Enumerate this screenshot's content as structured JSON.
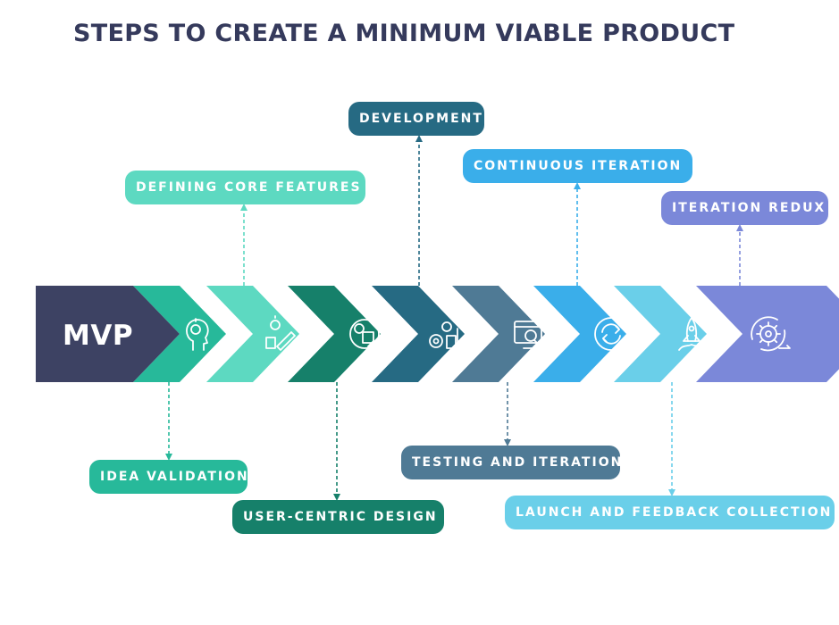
{
  "title": "STEPS TO CREATE A MINIMUM VIABLE PRODUCT",
  "start_label": "MVP",
  "colors": {
    "mvp": "#3d4263",
    "title": "#353a5c"
  },
  "steps": [
    {
      "label": "IDEA VALIDATION",
      "color": "#27b99a",
      "icon": "lightbulb-head-icon",
      "side": "below"
    },
    {
      "label": "DEFINING CORE FEATURES",
      "color": "#5dd9c1",
      "icon": "lightbulb-pencil-icon",
      "side": "above"
    },
    {
      "label": "USER-CENTRIC DESIGN",
      "color": "#16806a",
      "icon": "design-gears-icon",
      "side": "below"
    },
    {
      "label": "DEVELOPMENT",
      "color": "#266a83",
      "icon": "development-gears-icon",
      "side": "above"
    },
    {
      "label": "TESTING AND ITERATION",
      "color": "#4f7a95",
      "icon": "testing-monitor-icon",
      "side": "below"
    },
    {
      "label": "CONTINUOUS ITERATION",
      "color": "#3aaeea",
      "icon": "refresh-cycle-icon",
      "side": "above"
    },
    {
      "label": "LAUNCH AND FEEDBACK COLLECTION",
      "color": "#6acfe9",
      "icon": "rocket-icon",
      "side": "below"
    },
    {
      "label": "ITERATION REDUX",
      "color": "#7b88d9",
      "icon": "gear-cycle-icon",
      "side": "above"
    }
  ]
}
